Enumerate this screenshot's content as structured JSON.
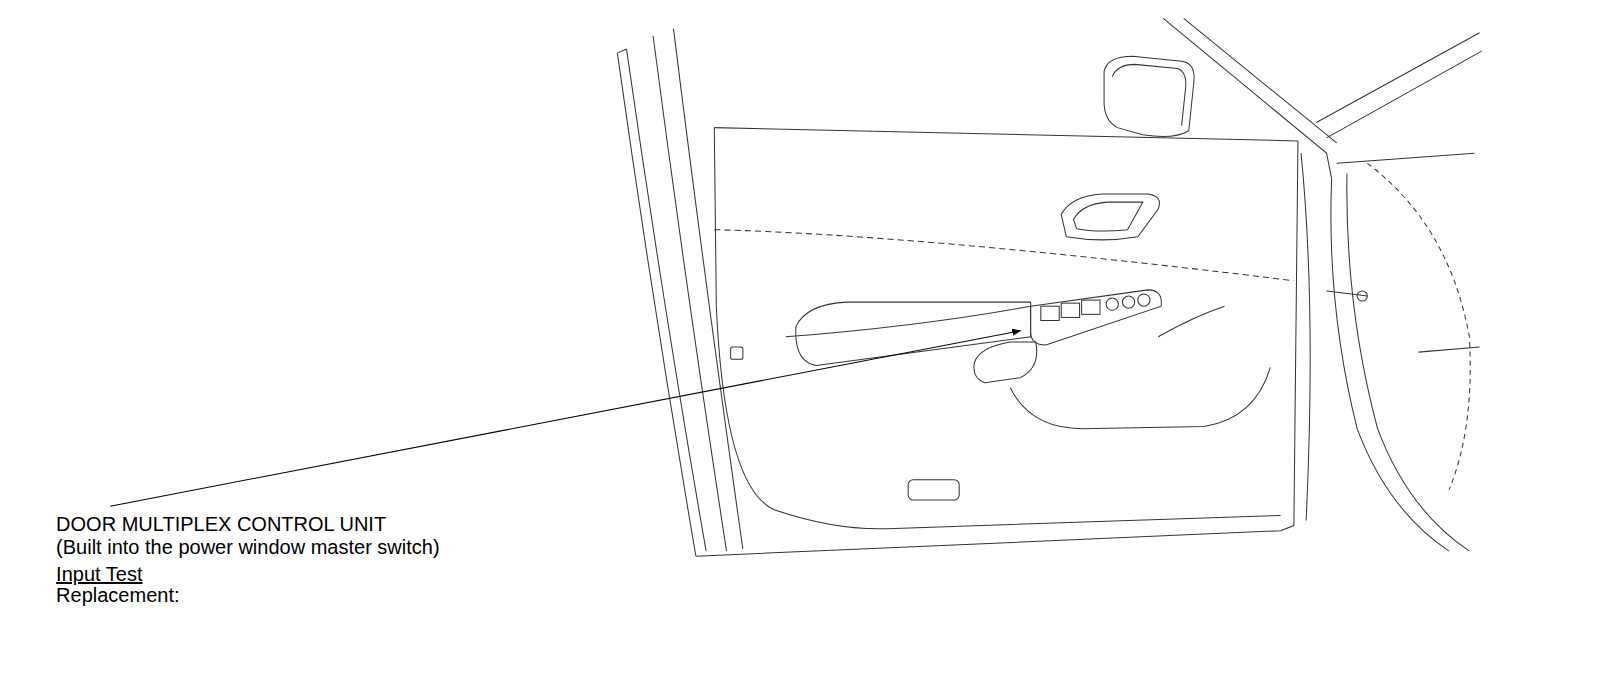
{
  "diagram": {
    "labels": [
      "DOOR MULTIPLEX CONTROL UNIT",
      "(Built into the power window master switch)",
      "Input Test",
      "Replacement:"
    ]
  }
}
